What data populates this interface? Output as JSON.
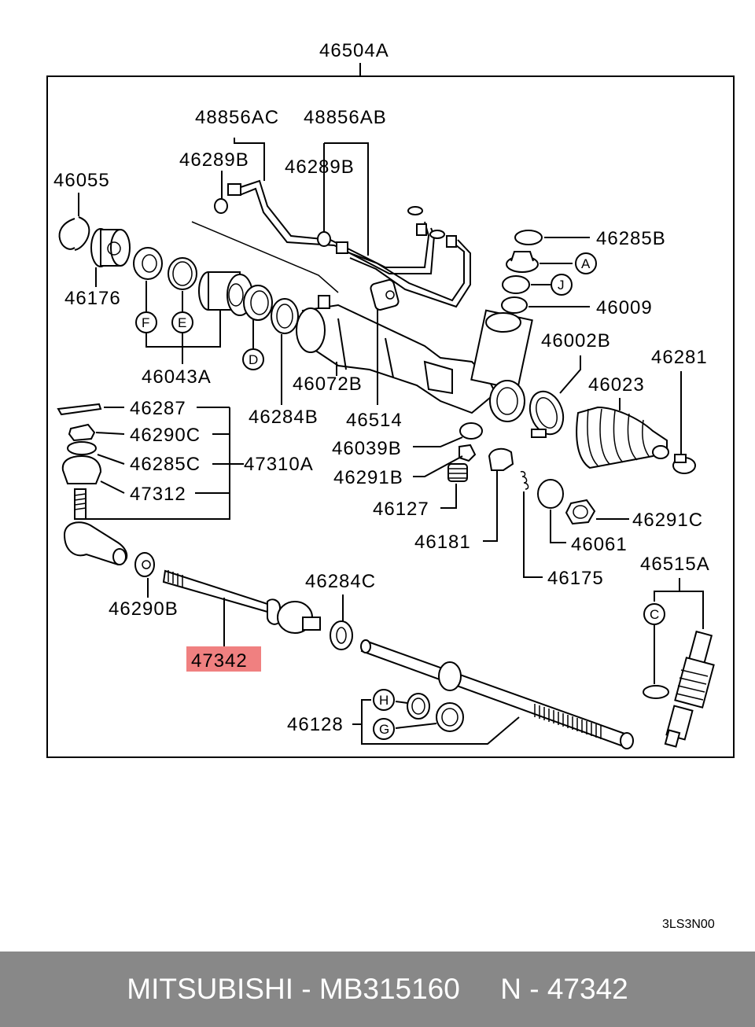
{
  "assembly_label": "46504A",
  "highlight_color": "#f08080",
  "diagram_code": "3LS3N00",
  "part_labels": {
    "p48856AC": "48856AC",
    "p48856AB": "48856AB",
    "p46289B_1": "46289B",
    "p46289B_2": "46289B",
    "p46055": "46055",
    "p46176": "46176",
    "p46043A": "46043A",
    "p46072B": "46072B",
    "p46284B": "46284B",
    "p46514": "46514",
    "p46285B": "46285B",
    "p46009": "46009",
    "p46002B": "46002B",
    "p46023": "46023",
    "p46281": "46281",
    "p46287": "46287",
    "p46290C": "46290C",
    "p46285C": "46285C",
    "p47310A": "47310A",
    "p47312": "47312",
    "p46039B": "46039B",
    "p46291B": "46291B",
    "p46127": "46127",
    "p46291C": "46291C",
    "p46181": "46181",
    "p46061": "46061",
    "p46175": "46175",
    "p46515A": "46515A",
    "p46290B": "46290B",
    "p46284C": "46284C",
    "p47342": "47342",
    "p46128": "46128"
  },
  "callouts": {
    "A": "A",
    "J": "J",
    "F": "F",
    "E": "E",
    "D": "D",
    "C": "C",
    "H": "H",
    "G": "G"
  },
  "footer": {
    "text": "MITSUBISHI - MB315160     N - 47342"
  }
}
